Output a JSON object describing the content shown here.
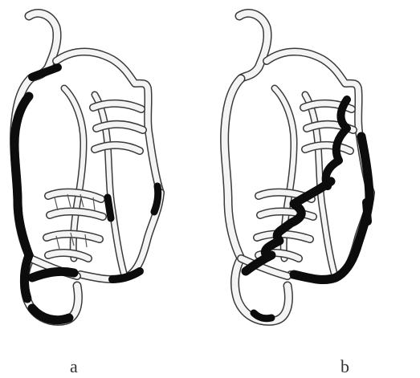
{
  "figure": {
    "panels": [
      {
        "id": "a",
        "label": "a",
        "highlight_color": "#0c0c0c",
        "tube_color": "#f4f4f4"
      },
      {
        "id": "b",
        "label": "b",
        "highlight_color": "#0c0c0c",
        "tube_color": "#f4f4f4"
      }
    ]
  }
}
